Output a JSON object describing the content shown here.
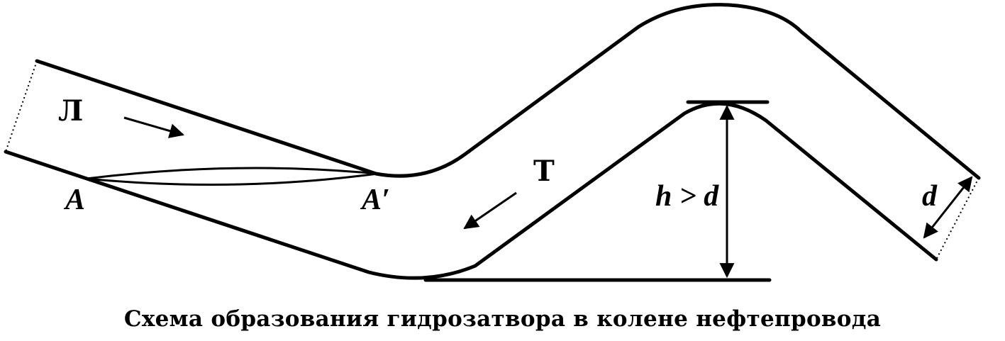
{
  "labels": {
    "flow_light": "Л",
    "flow_heavy": "Т",
    "point_a": "A",
    "point_a_prime": "A′",
    "height_condition": "h > d",
    "diameter": "d"
  },
  "caption": "Схема образования гидрозатвора в колене нефтепровода"
}
